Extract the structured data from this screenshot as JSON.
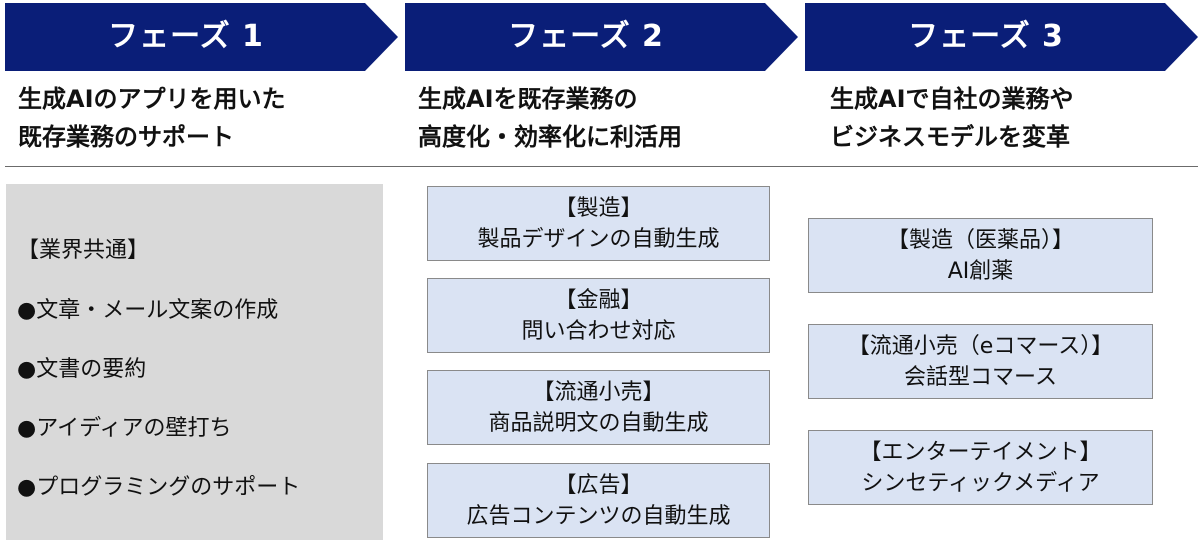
{
  "phases": [
    {
      "label": "フェーズ 1",
      "description": [
        "生成AIのアプリを用いた",
        "既存業務のサポート"
      ]
    },
    {
      "label": "フェーズ 2",
      "description": [
        "生成AIを既存業務の",
        "高度化・効率化に利活用"
      ]
    },
    {
      "label": "フェーズ 3",
      "description": [
        "生成AIで自社の業務や",
        "ビジネスモデルを変革"
      ]
    }
  ],
  "common": {
    "heading": "【業界共通】",
    "items": [
      "●文章・メール文案の作成",
      "●文書の要約",
      "●アイディアの壁打ち",
      "●プログラミングのサポート"
    ]
  },
  "phase2_cases": [
    {
      "category": "【製造】",
      "text": "製品デザインの自動生成"
    },
    {
      "category": "【金融】",
      "text": "問い合わせ対応"
    },
    {
      "category": "【流通小売】",
      "text": "商品説明文の自動生成"
    },
    {
      "category": "【広告】",
      "text": "広告コンテンツの自動生成"
    }
  ],
  "phase3_cases": [
    {
      "category": "【製造（医薬品）】",
      "text": "AI創薬"
    },
    {
      "category": "【流通小売（eコマース）】",
      "text": "会話型コマース"
    },
    {
      "category": "【エンターテイメント】",
      "text": "シンセティックメディア"
    }
  ],
  "colors": {
    "arrow": "#0a1e78",
    "common_panel": "#d9d9d9",
    "usecase_box": "#dae3f3",
    "usecase_border": "#8a8a8a",
    "divider": "#6b6b6b"
  }
}
